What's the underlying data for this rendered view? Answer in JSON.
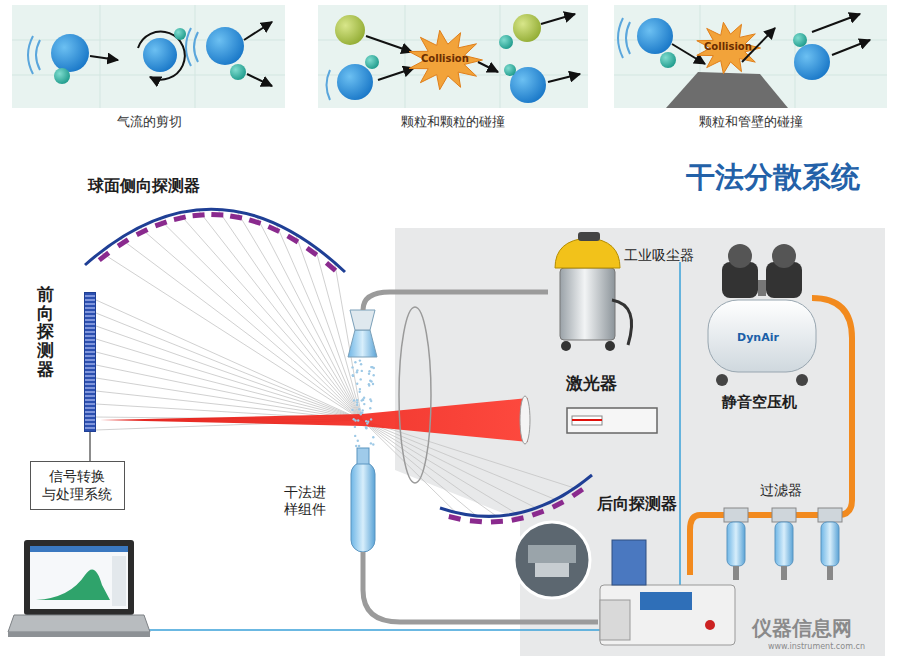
{
  "diagram": {
    "title": "干法分散系统",
    "nodes": [
      {
        "text": [
          "前向探测器"
        ]
      },
      {
        "text": [
          "信号转换 与处理系统"
        ]
      }
    ],
    "edges": [
      {
        "from": 0,
        "to": 1,
        "arrow": "none"
      }
    ],
    "labels": [
      "气流的剪切",
      "Collision",
      "颗粒和颗粒的碰撞",
      "Collision",
      "颗粒和管壁的碰撞",
      "球面侧向探测器",
      "工业吸尘器",
      "激光器",
      "静音空压机",
      "DynAir",
      "过滤器",
      "干法进 样组件",
      "后向探测器",
      "仪器信息网",
      "www.instrument.com.cn"
    ]
  }
}
